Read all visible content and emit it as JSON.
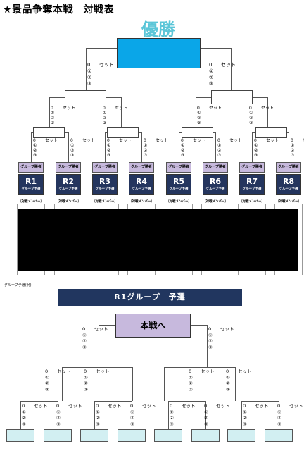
{
  "title": "★景品争奪本戦　対戦表",
  "champion_label": "優勝",
  "set_label": "セット",
  "zero": "0",
  "round_marks": [
    "①",
    "②",
    "③"
  ],
  "winner_tag": "グループ勝者",
  "groups": [
    {
      "code": "R1",
      "sub": "グループ予選"
    },
    {
      "code": "R2",
      "sub": "グループ予選"
    },
    {
      "code": "R3",
      "sub": "グループ予選"
    },
    {
      "code": "R4",
      "sub": "グループ予選"
    },
    {
      "code": "R5",
      "sub": "グループ予選"
    },
    {
      "code": "R6",
      "sub": "グループ予選"
    },
    {
      "code": "R7",
      "sub": "グループ予選"
    },
    {
      "code": "R8",
      "sub": "グループ予選"
    }
  ],
  "member_label": "（対戦メンバー）",
  "example_label": "グループ予選(例)",
  "group_title": "R1グループ　予選",
  "final_label": "本戦へ",
  "colors": {
    "champion_fill": "#0aa6e8",
    "champion_text": "#5bc6d8",
    "group_fill": "#24355e",
    "winner_fill": "#c7b9dd",
    "entrant_fill": "#d2eff2"
  }
}
